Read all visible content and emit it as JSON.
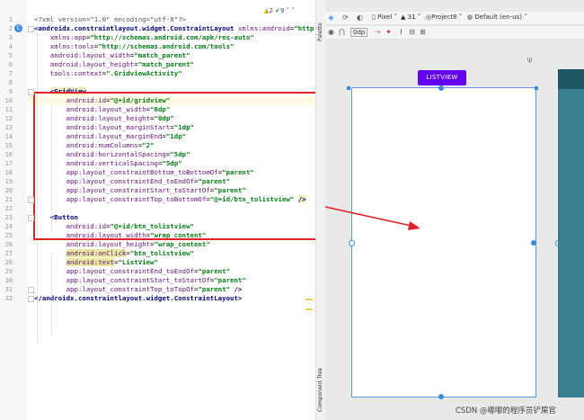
{
  "editor": {
    "lines": [
      {
        "n": "1",
        "parts": [
          [
            "pi",
            "<?xml version=\"1.0\" encoding=\"utf-8\"?>"
          ]
        ]
      },
      {
        "n": "2",
        "parts": [
          [
            "tag",
            "<androidx.constraintlayout.widget.ConstraintLayout "
          ],
          [
            "attr",
            "xmlns:android"
          ],
          [
            "brace",
            "="
          ],
          [
            "val",
            "\"http://"
          ]
        ]
      },
      {
        "n": "3",
        "parts": [
          [
            "attr",
            "    xmlns:app"
          ],
          [
            "brace",
            "="
          ],
          [
            "val",
            "\"http://schemas.android.com/apk/res-auto\""
          ]
        ]
      },
      {
        "n": "4",
        "parts": [
          [
            "attr",
            "    xmlns:tools"
          ],
          [
            "brace",
            "="
          ],
          [
            "val",
            "\"http://schemas.android.com/tools\""
          ]
        ]
      },
      {
        "n": "5",
        "parts": [
          [
            "attr",
            "    android:layout_width"
          ],
          [
            "brace",
            "="
          ],
          [
            "val",
            "\"match_parent\""
          ]
        ]
      },
      {
        "n": "6",
        "parts": [
          [
            "attr",
            "    android:layout_height"
          ],
          [
            "brace",
            "="
          ],
          [
            "val",
            "\"match_parent\""
          ]
        ]
      },
      {
        "n": "7",
        "parts": [
          [
            "attr",
            "    tools:context"
          ],
          [
            "brace",
            "="
          ],
          [
            "val",
            "\".GridviewActivity\""
          ]
        ]
      },
      {
        "n": "8",
        "parts": []
      },
      {
        "n": "9",
        "parts": [
          [
            "brace",
            "    "
          ],
          [
            "tagbg",
            "<GridView"
          ]
        ]
      },
      {
        "n": "10",
        "parts": [
          [
            "attr",
            "        android:id"
          ],
          [
            "brace",
            "="
          ],
          [
            "val",
            "\"@+id/gridview\""
          ]
        ]
      },
      {
        "n": "11",
        "parts": [
          [
            "attr",
            "        android:layout_width"
          ],
          [
            "brace",
            "="
          ],
          [
            "val",
            "\"0dp\""
          ]
        ]
      },
      {
        "n": "12",
        "parts": [
          [
            "attr",
            "        android:layout_height"
          ],
          [
            "brace",
            "="
          ],
          [
            "val",
            "\"0dp\""
          ]
        ]
      },
      {
        "n": "13",
        "parts": [
          [
            "attr",
            "        android:layout_marginStart"
          ],
          [
            "brace",
            "="
          ],
          [
            "val",
            "\"1dp\""
          ]
        ]
      },
      {
        "n": "14",
        "parts": [
          [
            "attr",
            "        android:layout_marginEnd"
          ],
          [
            "brace",
            "="
          ],
          [
            "val",
            "\"1dp\""
          ]
        ]
      },
      {
        "n": "15",
        "parts": [
          [
            "attr",
            "        android:numColumns"
          ],
          [
            "brace",
            "="
          ],
          [
            "val",
            "\"2\""
          ]
        ]
      },
      {
        "n": "16",
        "parts": [
          [
            "attr",
            "        android:horizontalSpacing"
          ],
          [
            "brace",
            "="
          ],
          [
            "val",
            "\"5dp\""
          ]
        ]
      },
      {
        "n": "17",
        "parts": [
          [
            "attr",
            "        android:verticalSpacing"
          ],
          [
            "brace",
            "="
          ],
          [
            "val",
            "\"5dp\""
          ]
        ]
      },
      {
        "n": "18",
        "parts": [
          [
            "attr",
            "        app:layout_constraintBottom_toBottomOf"
          ],
          [
            "brace",
            "="
          ],
          [
            "val",
            "\"parent\""
          ]
        ]
      },
      {
        "n": "19",
        "parts": [
          [
            "attr",
            "        app:layout_constraintEnd_toEndOf"
          ],
          [
            "brace",
            "="
          ],
          [
            "val",
            "\"parent\""
          ]
        ]
      },
      {
        "n": "20",
        "parts": [
          [
            "attr",
            "        app:layout_constraintStart_toStartOf"
          ],
          [
            "brace",
            "="
          ],
          [
            "val",
            "\"parent\""
          ]
        ]
      },
      {
        "n": "21",
        "parts": [
          [
            "attr",
            "        app:layout_constraintTop_toBottomOf"
          ],
          [
            "brace",
            "="
          ],
          [
            "val",
            "\"@+id/btn_tolistview\" "
          ],
          [
            "tagbg",
            "/>"
          ]
        ]
      },
      {
        "n": "22",
        "parts": []
      },
      {
        "n": "23",
        "parts": [
          [
            "tag",
            "    <Button"
          ]
        ]
      },
      {
        "n": "24",
        "parts": [
          [
            "attr",
            "        android:id"
          ],
          [
            "brace",
            "="
          ],
          [
            "val",
            "\"@+id/btn_tolistview\""
          ]
        ]
      },
      {
        "n": "25",
        "parts": [
          [
            "attr",
            "        android:layout_width"
          ],
          [
            "brace",
            "="
          ],
          [
            "val",
            "\"wrap_content\""
          ]
        ]
      },
      {
        "n": "26",
        "parts": [
          [
            "attr",
            "        android:layout_height"
          ],
          [
            "brace",
            "="
          ],
          [
            "val",
            "\"wrap_content\""
          ]
        ]
      },
      {
        "n": "27",
        "parts": [
          [
            "brace",
            "        "
          ],
          [
            "selattr",
            "android:onClick"
          ],
          [
            "brace",
            "="
          ],
          [
            "val",
            "\"btn_tolistview\""
          ]
        ]
      },
      {
        "n": "28",
        "parts": [
          [
            "brace",
            "        "
          ],
          [
            "selattr",
            "android:text"
          ],
          [
            "brace",
            "="
          ],
          [
            "val",
            "\"ListView\""
          ]
        ]
      },
      {
        "n": "29",
        "parts": [
          [
            "attr",
            "        app:layout_constraintEnd_toEndOf"
          ],
          [
            "brace",
            "="
          ],
          [
            "val",
            "\"parent\""
          ]
        ]
      },
      {
        "n": "30",
        "parts": [
          [
            "attr",
            "        app:layout_constraintStart_toStartOf"
          ],
          [
            "brace",
            "="
          ],
          [
            "val",
            "\"parent\""
          ]
        ]
      },
      {
        "n": "31",
        "parts": [
          [
            "attr",
            "        app:layout_constraintTop_toTopOf"
          ],
          [
            "brace",
            "="
          ],
          [
            "val",
            "\"parent\" "
          ],
          [
            "tag",
            "/>"
          ]
        ]
      },
      {
        "n": "32",
        "parts": [
          [
            "tag",
            "</androidx.constraintlayout.widget.ConstraintLayout>"
          ]
        ]
      }
    ],
    "warning_count": "2",
    "check_count": "9"
  },
  "palette_label": "Palette",
  "component_tree_label": "Component Tree",
  "toolbar": {
    "device": "Pixel",
    "api": "31",
    "project": "Project8",
    "locale": "Default (en-us)",
    "margin": "0dp"
  },
  "preview": {
    "button_text": "LISTVIEW"
  },
  "watermark": "CSDN @嘟嘟的程序员铲屎官",
  "colors": {
    "button": "#6200ee",
    "selection_box": "#e0222a",
    "constraint_blue": "#3d8bd8"
  }
}
